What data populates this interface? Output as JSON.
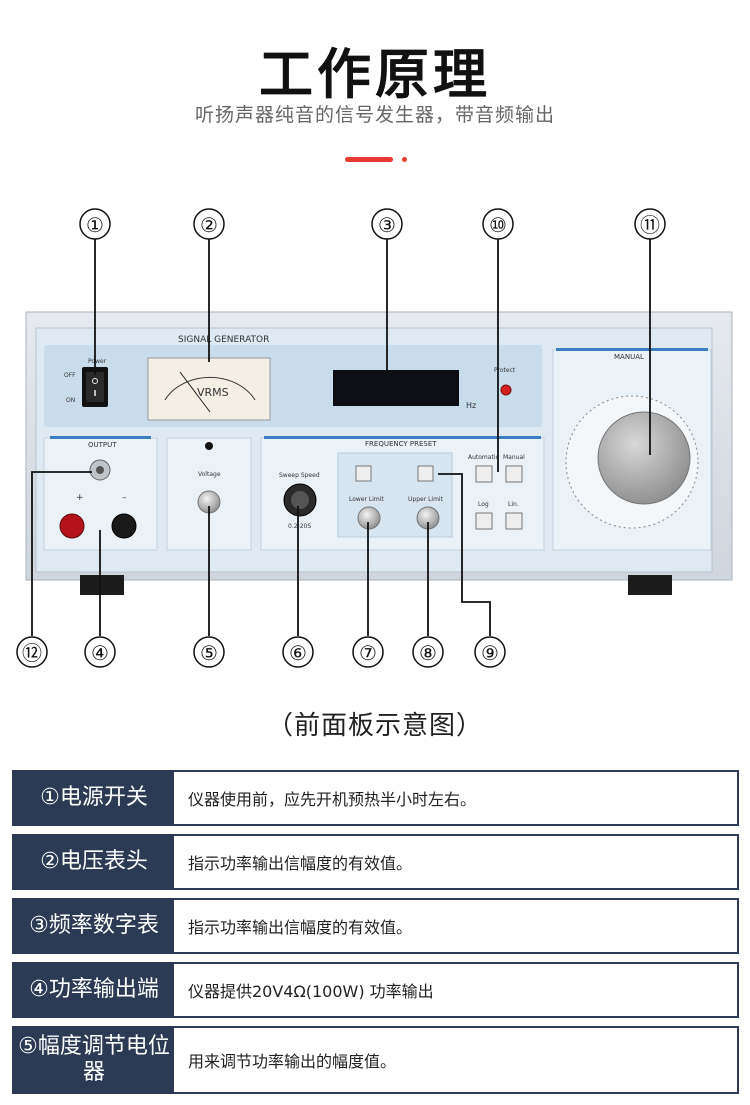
{
  "header": {
    "title": "工作原理",
    "subtitle": "听扬声器纯音的信号发生器，带音频输出"
  },
  "panel": {
    "brand_label": "SIGNAL GENERATOR",
    "power_label": "Power",
    "off_label": "OFF",
    "on_label": "ON",
    "meter_label": "VRMS",
    "hz_label": "Hz",
    "protect_label": "Protect",
    "output_label": "OUTPUT",
    "plus_label": "+",
    "minus_label": "–",
    "voltage_label": "Voltage",
    "freq_preset_label": "FREQUENCY PRESET",
    "sweep_speed_label": "Sweep Speed",
    "sweep_range_label": "0.2-20S",
    "lower_limit_label": "Lower Limit",
    "upper_limit_label": "Upper Limit",
    "automatic_label": "Automatic",
    "manual_btn_label": "Manual",
    "log_label": "Log",
    "lin_label": "Lin.",
    "manual_label": "MANUAL"
  },
  "callouts": [
    "①",
    "②",
    "③",
    "⑩",
    "⑪",
    "⑫",
    "④",
    "⑤",
    "⑥",
    "⑦",
    "⑧",
    "⑨"
  ],
  "caption": "（前面板示意图）",
  "table": {
    "rows": [
      {
        "label": "①电源开关",
        "desc": "仪器使用前，应先开机预热半小时左右。"
      },
      {
        "label": "②电压表头",
        "desc": "指示功率输出信幅度的有效值。"
      },
      {
        "label": "③频率数字表",
        "desc": "指示功率输出信幅度的有效值。"
      },
      {
        "label": "④功率输出端",
        "desc": "仪器提供20V4Ω(100W) 功率输出"
      },
      {
        "label": "⑤幅度调节电位器",
        "desc": "用来调节功率输出的幅度值。"
      }
    ]
  },
  "colors": {
    "accent": "#e63b2e",
    "table_header": "#2c3a55",
    "panel_blue": "#c9dcec"
  }
}
